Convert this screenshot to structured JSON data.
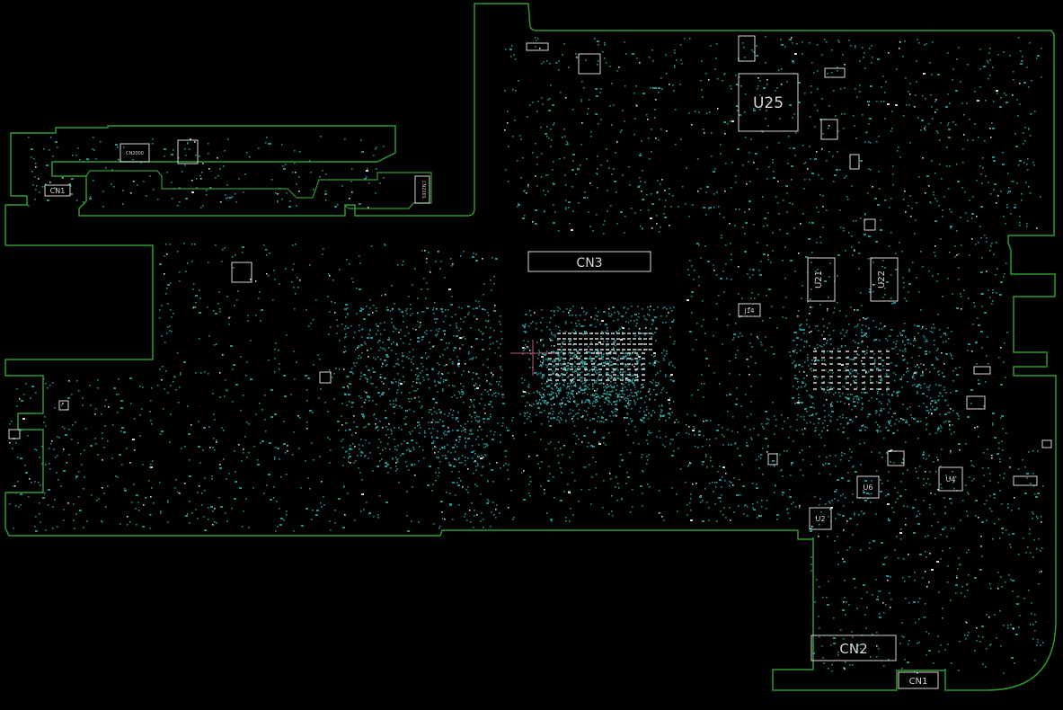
{
  "viewer": {
    "background": "#000000",
    "outline_color": "#2f9a2a",
    "pad_color": "#1f8f8f",
    "silk_color": "#d6d6d6",
    "cursor_color": "#c0587a"
  },
  "components": {
    "u25": "U25",
    "cn3": "CN3",
    "cn2": "CN2",
    "cn1_bottom": "CN1",
    "cn1_left": "CN1",
    "u21": "U21",
    "u22": "U22",
    "u6": "U6",
    "u4": "U4",
    "u2": "U2",
    "j14": "J14",
    "cn2000": "CN2000",
    "cn2101": "CN2101"
  },
  "cursor": {
    "icon": "crosshair-icon"
  }
}
